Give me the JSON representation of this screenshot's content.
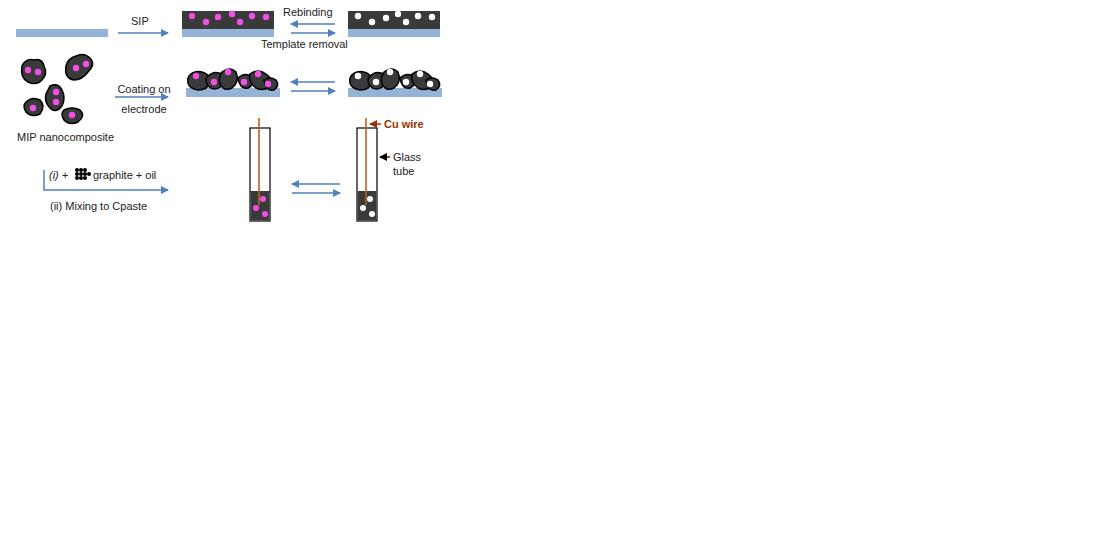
{
  "diagram": {
    "labels": [
      "SIP",
      "Rebinding",
      "Template removal",
      "Coating on electrode",
      "MIP nanocomposite",
      "(i) +",
      "graphite + oil",
      "(ii) Mixing to Cpaste",
      "Cu wire",
      "Glass tube"
    ]
  }
}
